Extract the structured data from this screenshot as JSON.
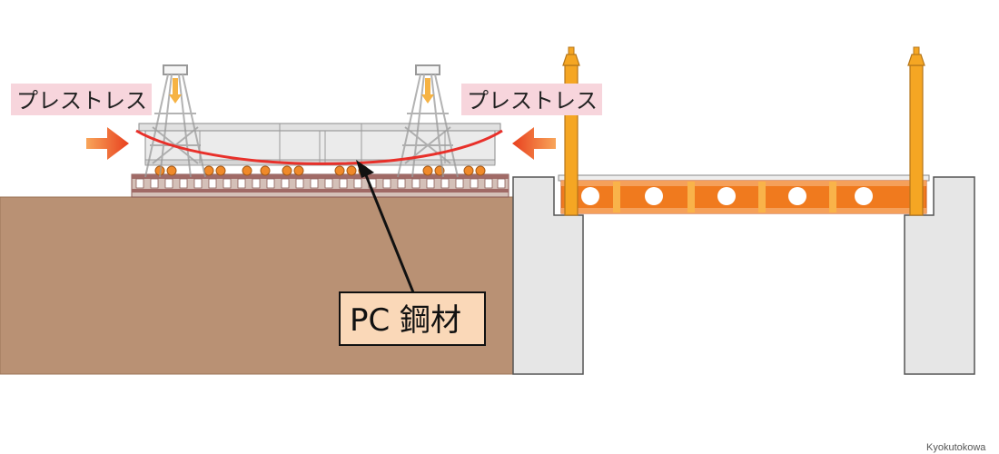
{
  "labels": {
    "prestress_left": "プレストレス",
    "prestress_right": "プレストレス",
    "pc_steel": "PC 鋼材",
    "credit": "Kyokutokowa"
  },
  "colors": {
    "ground": "#b99174",
    "abutment": "#e6e6e6",
    "girder": "#e8e8e8",
    "steel_girder": "#f07a1e",
    "bent": "#f5a623",
    "cable": "#e8302a",
    "arrow": "#f06a2a",
    "label_bg": "#f7d5dc",
    "pc_box_bg": "#fad8b8"
  }
}
